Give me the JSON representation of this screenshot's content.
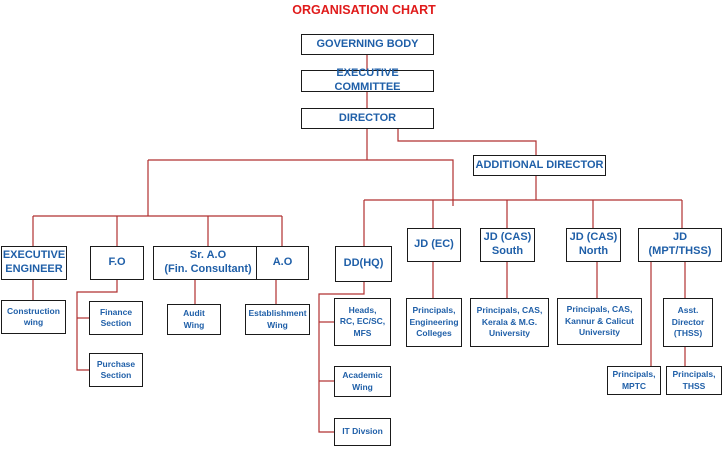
{
  "title": "ORGANISATION CHART",
  "colors": {
    "title": "#e01b1b",
    "text": "#1f5fa8",
    "connector": "#b03030",
    "border": "#1a1a1a"
  },
  "nodes": {
    "governing_body": "GOVERNING BODY",
    "executive_committee": "EXECUTIVE COMMITTEE",
    "director": "DIRECTOR",
    "additional_director": "ADDITIONAL DIRECTOR",
    "executive_engineer": "EXECUTIVE\nENGINEER",
    "fo": "F.O",
    "sr_ao": "Sr. A.O\n(Fin. Consultant)",
    "ao": "A.O",
    "dd_hq": "DD(HQ)",
    "jd_ec": "JD (EC)",
    "jd_cas_south": "JD (CAS)\nSouth",
    "jd_cas_north": "JD (CAS)\nNorth",
    "jd_mpt_thss": "JD\n(MPT/THSS)",
    "construction_wing": "Construction\nwing",
    "finance_section": "Finance\nSection",
    "purchase_section": "Purchase\nSection",
    "audit_wing": "Audit\nWing",
    "establishment_wing": "Establishment\nWing",
    "heads_rc": "Heads,\nRC, EC/SC,\nMFS",
    "academic_wing": "Academic\nWing",
    "it_division": "IT Divsion",
    "principals_engineering": "Principals,\nEngineering\nColleges",
    "principals_cas_kerala": "Principals, CAS,\nKerala & M.G.\nUniversity",
    "principals_cas_kannur": "Principals, CAS,\nKannur & Calicut\nUniversity",
    "asst_director_thss": "Asst.\nDirector\n(THSS)",
    "principals_mptc": "Principals,\nMPTC",
    "principals_thss": "Principals,\nTHSS"
  }
}
